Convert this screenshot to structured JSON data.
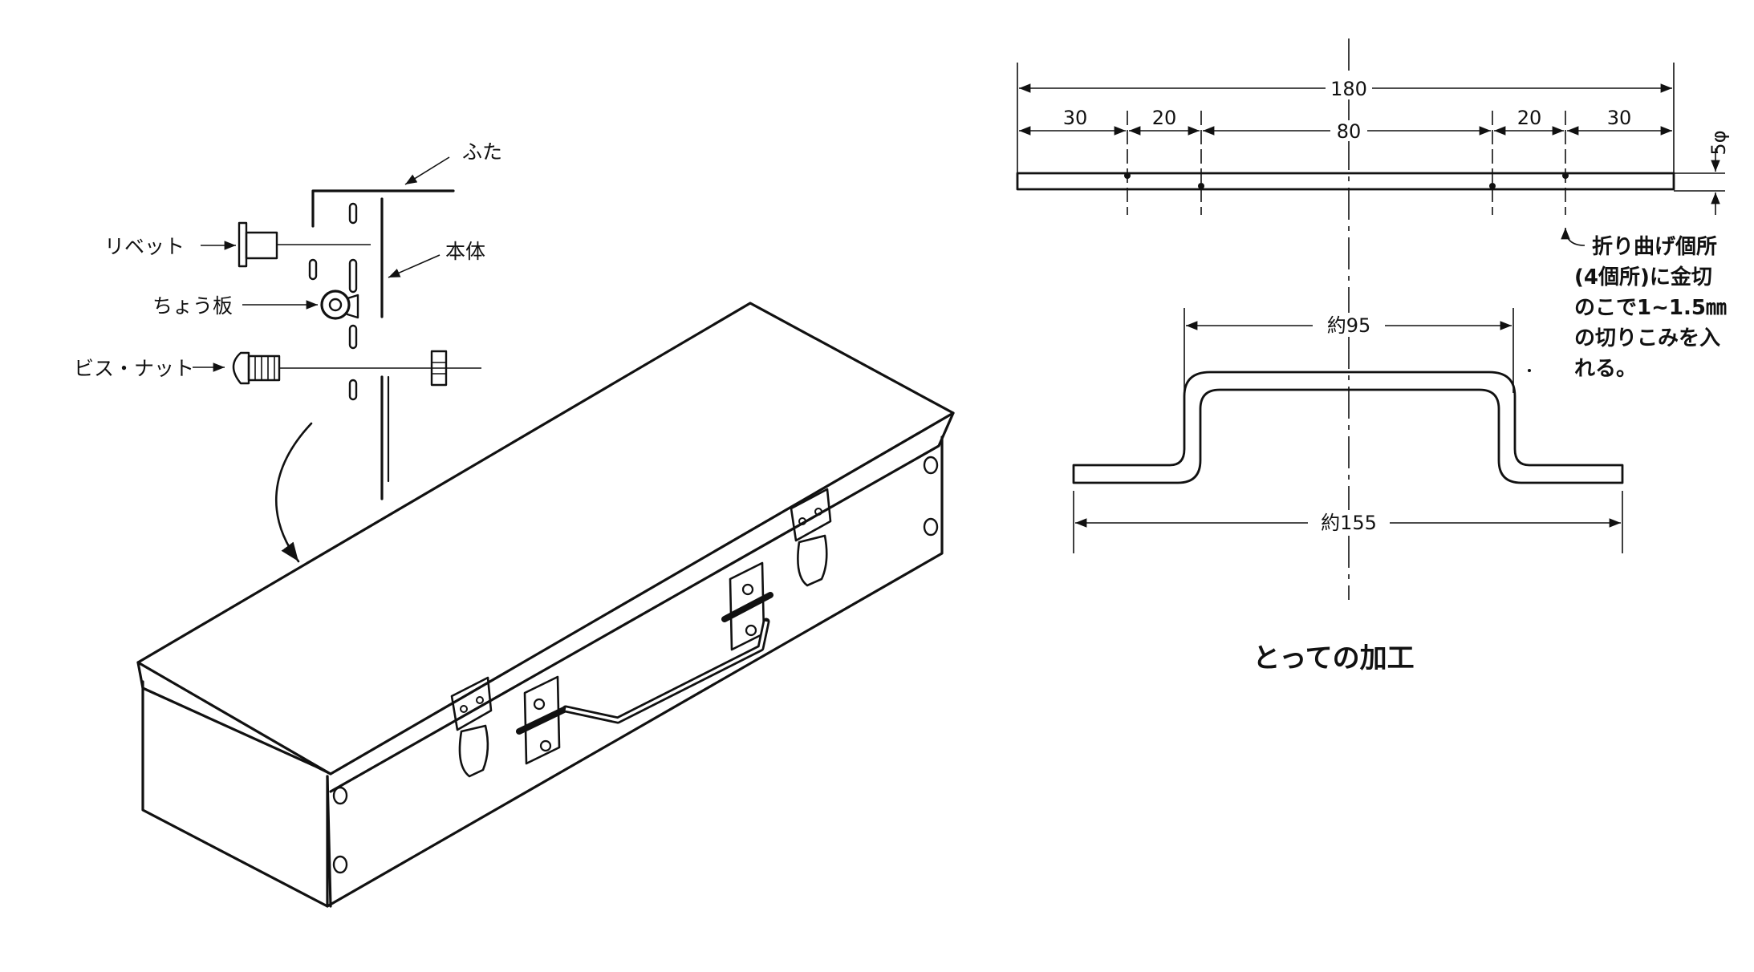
{
  "detail_labels": {
    "lid": "ふた",
    "body": "本体",
    "rivet": "リベット",
    "hinge": "ちょう板",
    "screw_nut": "ビス・ナット"
  },
  "handle_flat": {
    "total": "180",
    "seg_left_outer": "30",
    "seg_left_inner": "20",
    "seg_center": "80",
    "seg_right_inner": "20",
    "seg_right_outer": "30",
    "diameter": "5φ"
  },
  "note_lines": [
    "折り曲げ個所",
    "(4個所)に金切",
    "のこで1~1.5㎜",
    "の切りこみを入",
    "れる。"
  ],
  "handle_bent": {
    "inner_width": "約95",
    "outer_width": "約155"
  },
  "caption": "とっての加工"
}
